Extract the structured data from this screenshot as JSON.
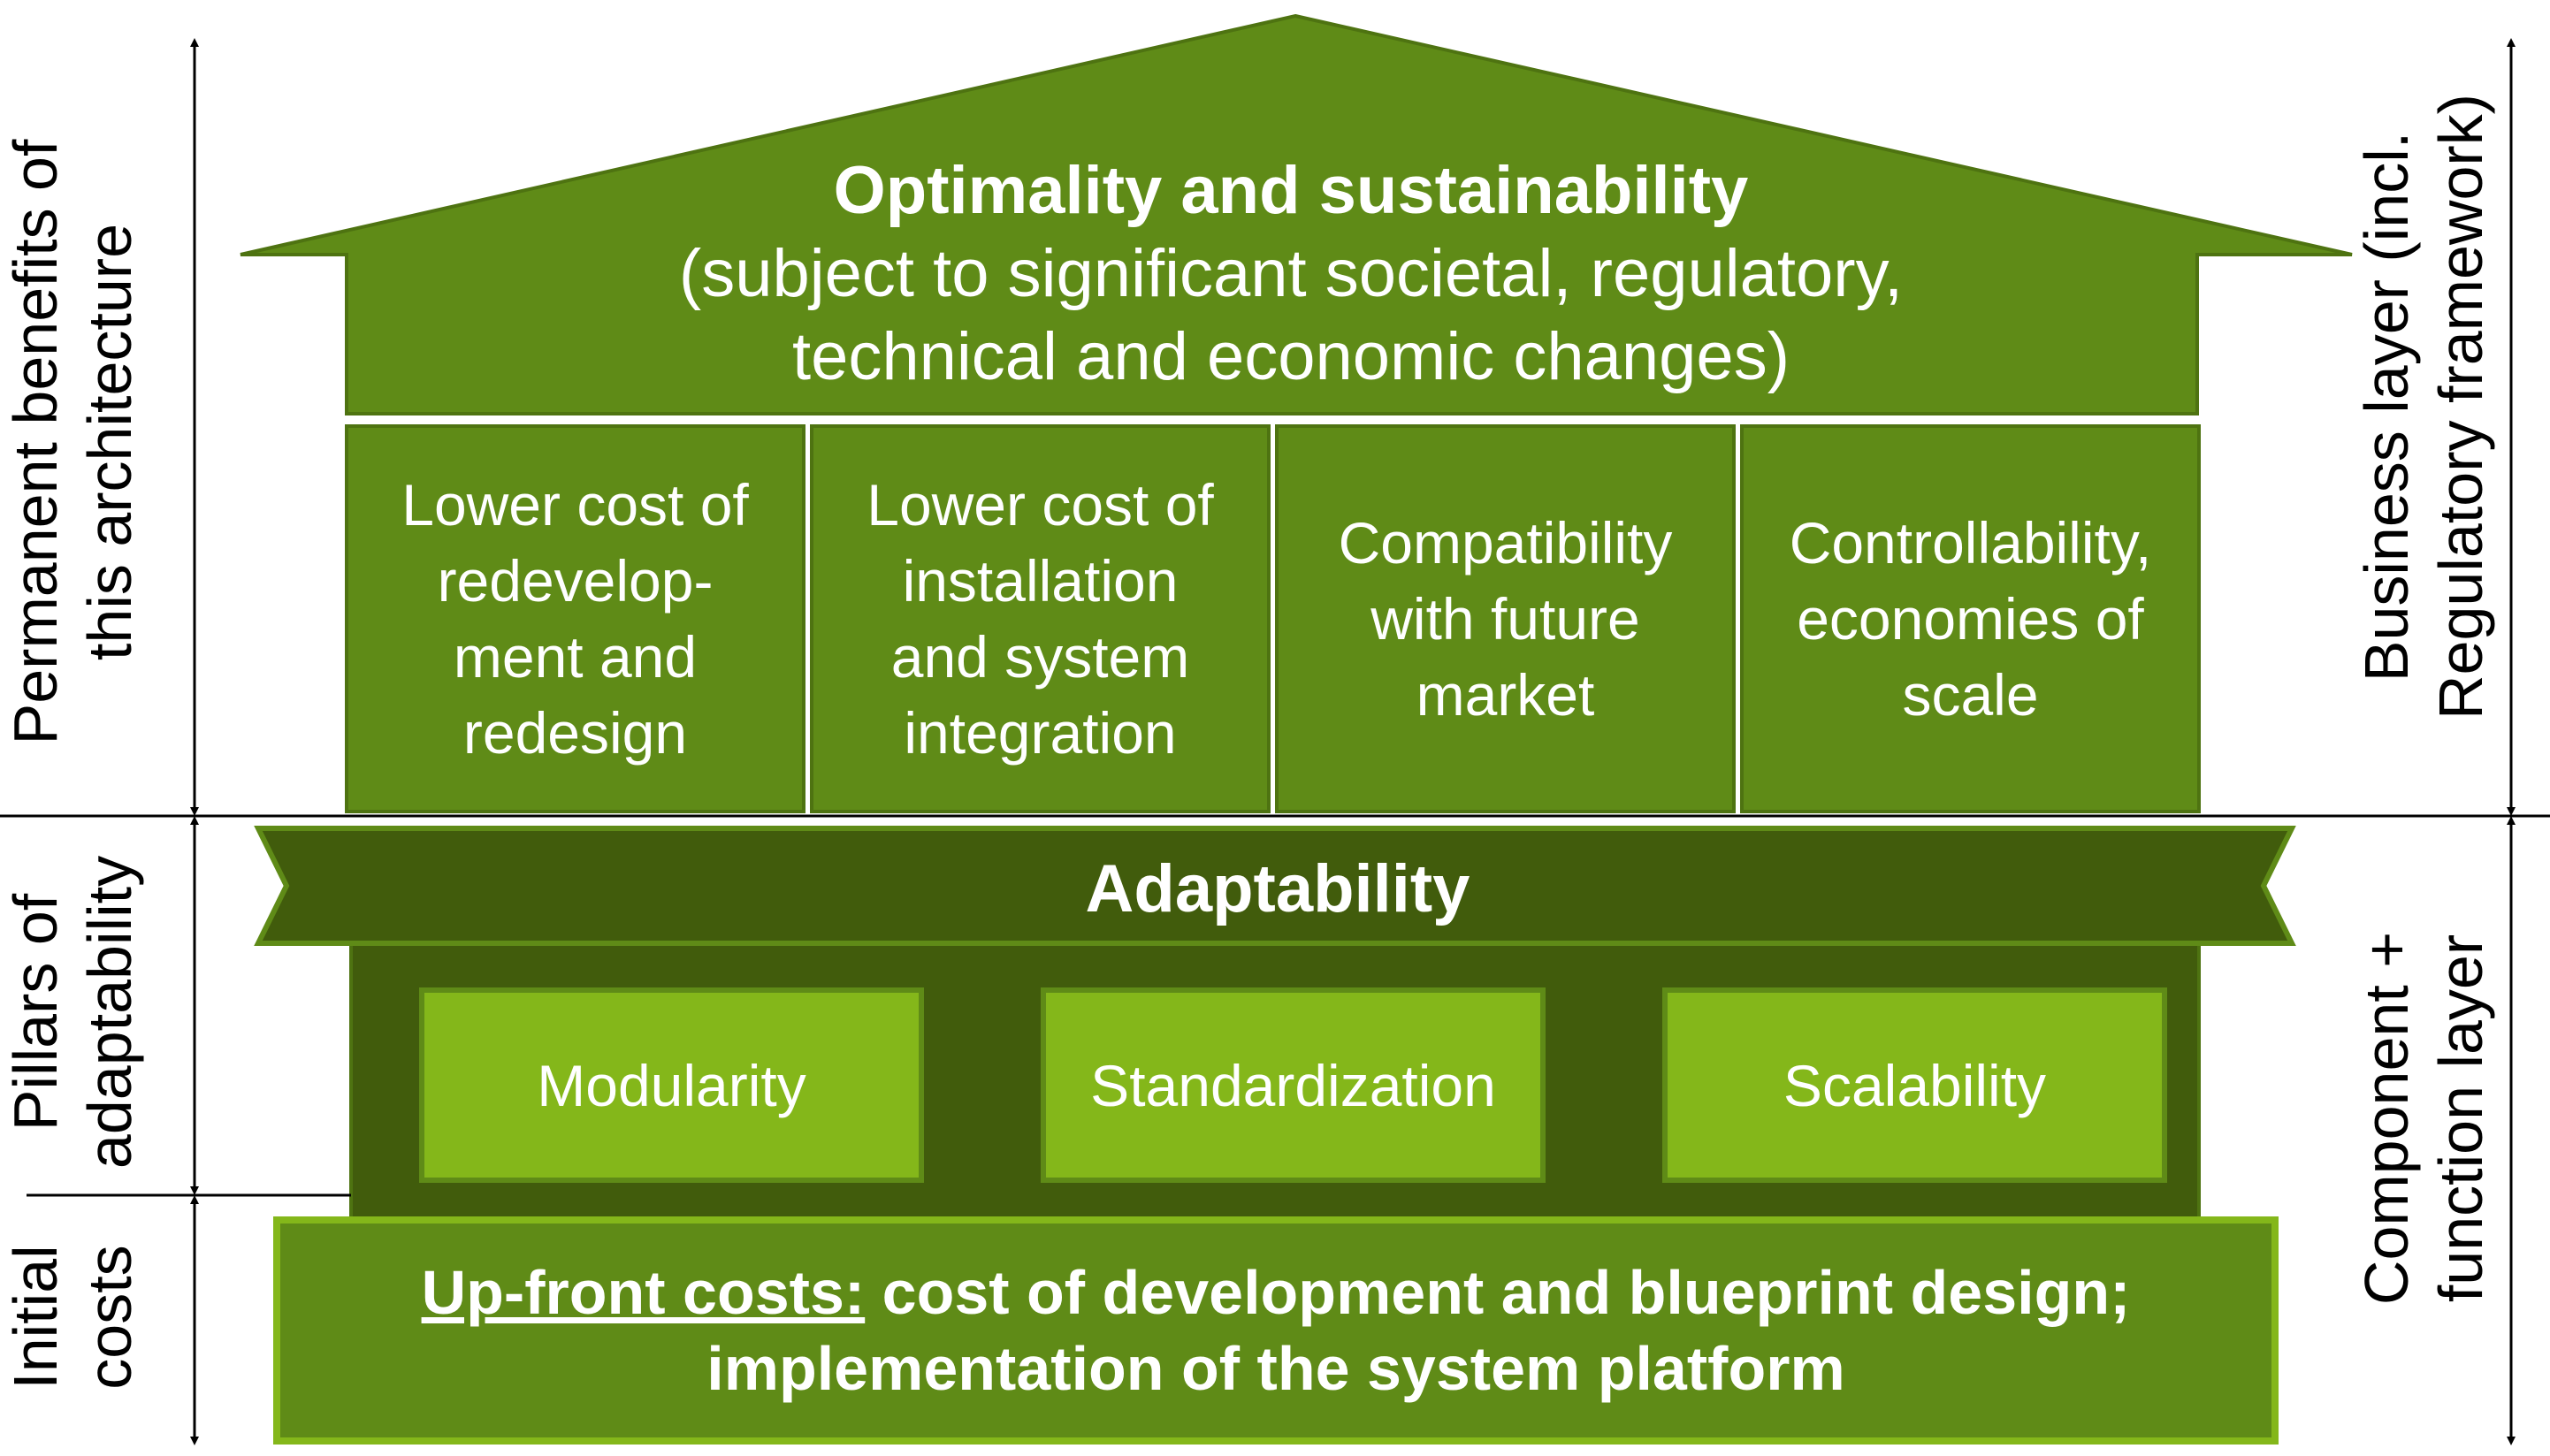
{
  "roof": {
    "title": "Optimality and sustainability",
    "subtitle_line1": "(subject to significant societal, regulatory,",
    "subtitle_line2": "technical and economic changes)"
  },
  "benefits": [
    {
      "line1": "Lower cost of",
      "line2": "redevelop-",
      "line3": "ment and",
      "line4": "redesign"
    },
    {
      "line1": "Lower cost of",
      "line2": "installation",
      "line3": "and system",
      "line4": "integration"
    },
    {
      "line1": "Compatibility",
      "line2": "with future",
      "line3": "market"
    },
    {
      "line1": "Controllability,",
      "line2": "economies of",
      "line3": "scale"
    }
  ],
  "banner": "Adaptability",
  "pillars": [
    "Modularity",
    "Standardization",
    "Scalability"
  ],
  "base": {
    "underlined": "Up-front costs:",
    "line1_rest": " cost of development and blueprint design;",
    "line2": "implementation of the system platform"
  },
  "left_labels": {
    "top_line1": "Permanent benefits of",
    "top_line2": "this architecture",
    "middle_line1": "Pillars of",
    "middle_line2": "adaptability",
    "bottom_line1": "Initial",
    "bottom_line2": "costs"
  },
  "right_labels": {
    "top_line1": "Business layer (incl.",
    "top_line2": "Regulatory framework)",
    "bottom_line1": "Component +",
    "bottom_line2": "function layer"
  },
  "colors": {
    "roof_green": "#5f8b17",
    "dark_green": "#415c0c",
    "light_green": "#84b71a",
    "border_green": "#4e7311"
  }
}
